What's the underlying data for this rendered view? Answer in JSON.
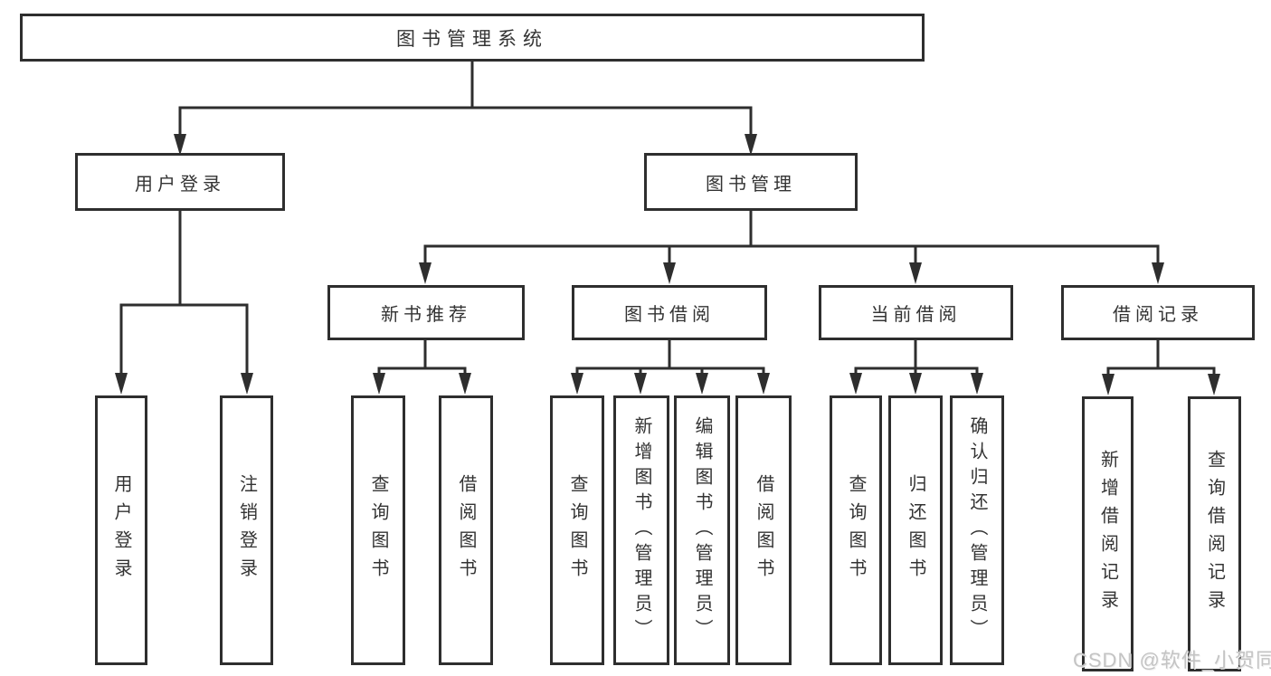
{
  "diagram": {
    "root": {
      "label": "图书管理系统"
    },
    "branches": [
      {
        "label": "用户登录",
        "children": [
          {
            "label": "用户登录"
          },
          {
            "label": "注销登录"
          }
        ]
      },
      {
        "label": "图书管理",
        "children": [
          {
            "label": "新书推荐",
            "children": [
              {
                "label": "查询图书"
              },
              {
                "label": "借阅图书"
              }
            ]
          },
          {
            "label": "图书借阅",
            "children": [
              {
                "label": "查询图书"
              },
              {
                "label": "新增图书（管理员）"
              },
              {
                "label": "编辑图书（管理员）"
              },
              {
                "label": "借阅图书"
              }
            ]
          },
          {
            "label": "当前借阅",
            "children": [
              {
                "label": "查询图书"
              },
              {
                "label": "归还图书"
              },
              {
                "label": "确认归还（管理员）"
              }
            ]
          },
          {
            "label": "借阅记录",
            "children": [
              {
                "label": "新增借阅记录"
              },
              {
                "label": "查询借阅记录"
              }
            ]
          }
        ]
      }
    ]
  },
  "watermark": "CSDN @软件_小贺同学",
  "colors": {
    "line": "#2e2e2e",
    "text": "#333333",
    "background": "#ffffff",
    "watermark": "#c4c4c4"
  }
}
